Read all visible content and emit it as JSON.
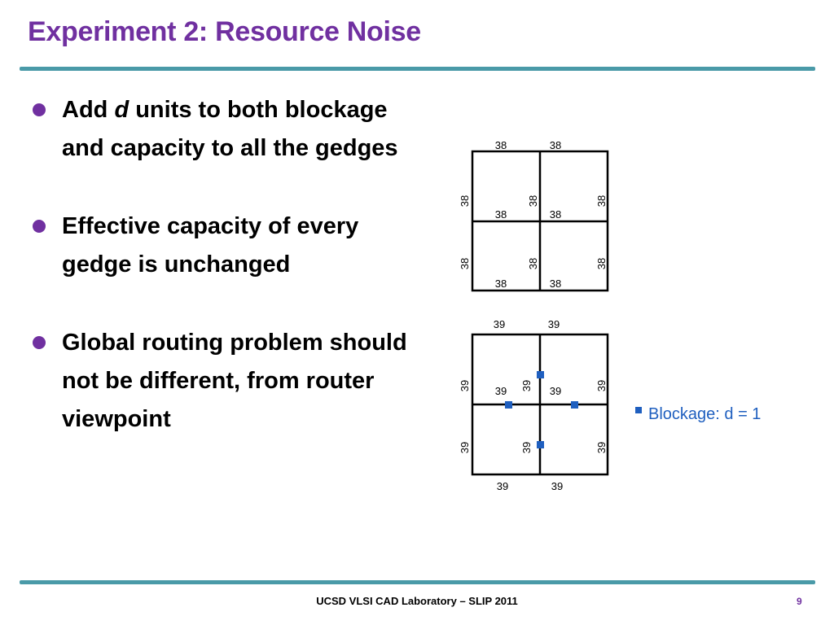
{
  "slide": {
    "title": "Experiment 2: Resource Noise",
    "bullets": [
      {
        "pre": "Add ",
        "em": "d",
        "post": " units to both blockage and capacity to all the gedges"
      },
      {
        "pre": "Effective capacity of every gedge is unchanged",
        "em": "",
        "post": ""
      },
      {
        "pre": "Global routing problem should not be different, from router viewpoint",
        "em": "",
        "post": ""
      }
    ],
    "legend": "Blockage:  d = 1",
    "footer": "UCSD VLSI CAD Laboratory – SLIP 2011",
    "page_number": "9"
  },
  "grid_top": {
    "value": "38"
  },
  "grid_bottom": {
    "value": "39"
  },
  "colors": {
    "title": "#7030a0",
    "rule": "#4a9aa8",
    "blockage": "#1f5fbf"
  }
}
